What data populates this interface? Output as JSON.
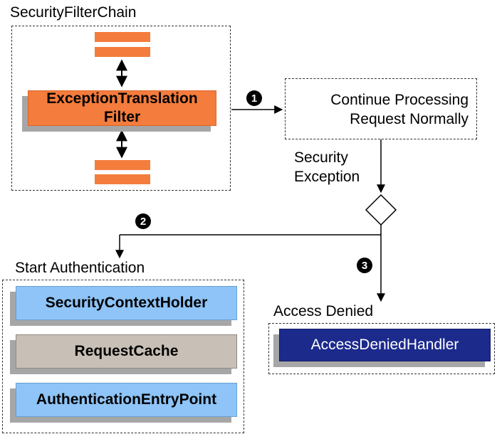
{
  "security_filter_chain": {
    "title": "SecurityFilterChain",
    "exception_filter_label_line1": "ExceptionTranslation",
    "exception_filter_label_line2": "Filter"
  },
  "continue_processing": {
    "line1": "Continue Processing",
    "line2": "Request Normally"
  },
  "security_exception": {
    "line1": "Security",
    "line2": "Exception"
  },
  "start_authentication": {
    "title": "Start Authentication",
    "items": [
      "SecurityContextHolder",
      "RequestCache",
      "AuthenticationEntryPoint"
    ]
  },
  "access_denied": {
    "title": "Access Denied",
    "handler": "AccessDeniedHandler"
  },
  "steps": [
    "1",
    "2",
    "3"
  ],
  "colors": {
    "filter_orange": "#f47c3c",
    "context_blue": "#8ec4f7",
    "cache_gray": "#c8c0b6",
    "handler_navy": "#1c2a8c"
  }
}
